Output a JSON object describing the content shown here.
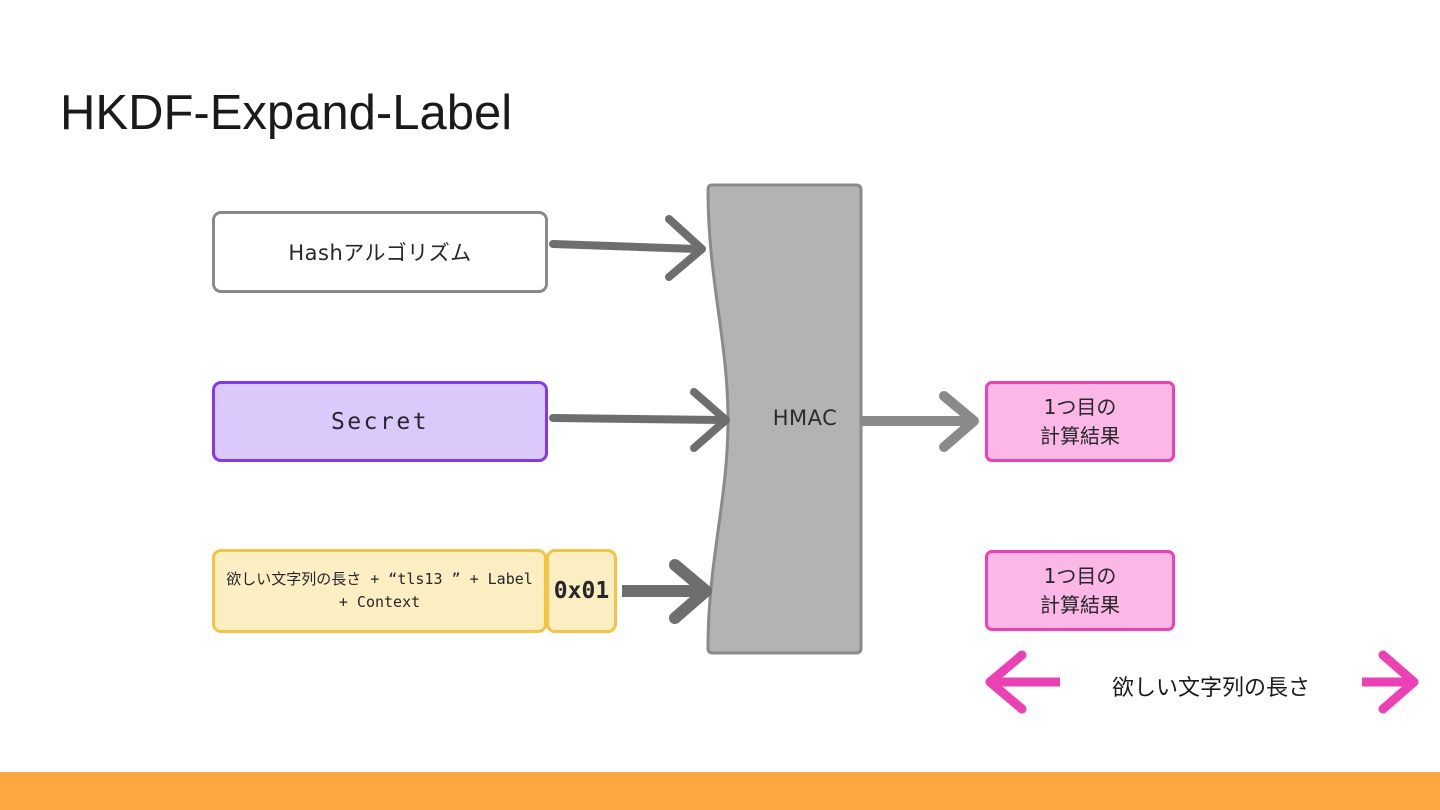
{
  "slide": {
    "title": "HKDF-Expand-Label",
    "background_color": "#ffffff",
    "footer_color": "#fca73f"
  },
  "inputs": {
    "hash_box": {
      "label": "Hashアルゴリズム",
      "fill": "#ffffff",
      "border": "#8a8a8a"
    },
    "secret_box": {
      "label": "Secret",
      "fill": "#dcc9fb",
      "border": "#8338f0"
    },
    "label_box": {
      "label": "欲しい文字列の長さ + “tls13 ” + Label + Context",
      "fill": "#fceec3",
      "border": "#f5c443"
    },
    "byte_box": {
      "label": "0x01",
      "fill": "#fceec3",
      "border": "#f5c443"
    }
  },
  "processor": {
    "label": "HMAC",
    "fill": "#b3b3b3",
    "border": "#8a8a8a"
  },
  "outputs": {
    "result_1": {
      "line1": "1つ目の",
      "line2": "計算結果",
      "fill": "#fbb8e6",
      "border": "#ec40b5"
    },
    "result_2": {
      "line1": "1つ目の",
      "line2": "計算結果",
      "fill": "#fbb8e6",
      "border": "#ec40b5"
    }
  },
  "measure": {
    "label": "欲しい文字列の長さ",
    "color": "#ec40b5"
  },
  "arrows": {
    "hash_to_hmac": "arrow-right-icon",
    "secret_to_hmac": "arrow-right-icon",
    "label_to_hmac": "arrow-right-icon",
    "hmac_to_result": "arrow-right-icon",
    "measure_arrow": "double-arrow-icon"
  }
}
